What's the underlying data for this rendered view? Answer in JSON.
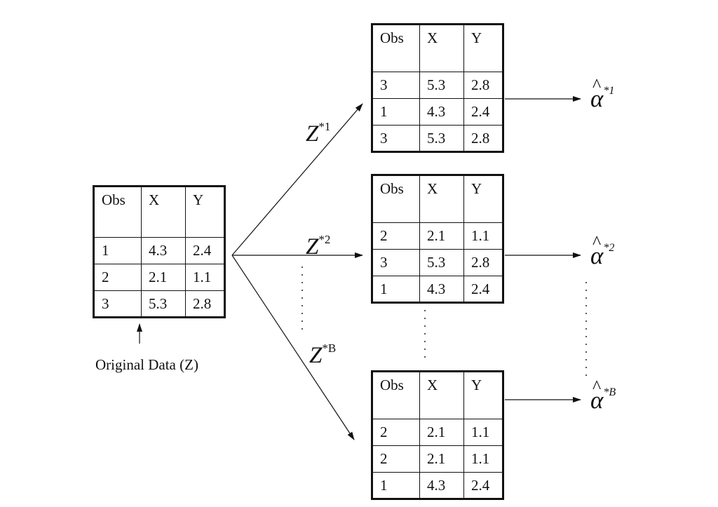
{
  "original": {
    "caption": "Original Data (Z)",
    "headers": [
      "Obs",
      "X",
      "Y"
    ],
    "rows": [
      [
        "1",
        "4.3",
        "2.4"
      ],
      [
        "2",
        "2.1",
        "1.1"
      ],
      [
        "3",
        "5.3",
        "2.8"
      ]
    ]
  },
  "samples": [
    {
      "z_base": "Z",
      "z_sup": "*1",
      "alpha_base": "α",
      "alpha_hat": "^",
      "alpha_sup_star": "*",
      "alpha_sup_idx": "1",
      "headers": [
        "Obs",
        "X",
        "Y"
      ],
      "rows": [
        [
          "3",
          "5.3",
          "2.8"
        ],
        [
          "1",
          "4.3",
          "2.4"
        ],
        [
          "3",
          "5.3",
          "2.8"
        ]
      ]
    },
    {
      "z_base": "Z",
      "z_sup": "*2",
      "alpha_base": "α",
      "alpha_hat": "^",
      "alpha_sup_star": "*",
      "alpha_sup_idx": "2",
      "headers": [
        "Obs",
        "X",
        "Y"
      ],
      "rows": [
        [
          "2",
          "2.1",
          "1.1"
        ],
        [
          "3",
          "5.3",
          "2.8"
        ],
        [
          "1",
          "4.3",
          "2.4"
        ]
      ]
    },
    {
      "z_base": "Z",
      "z_sup": "*B",
      "alpha_base": "α",
      "alpha_hat": "^",
      "alpha_sup_star": "*",
      "alpha_sup_idx": "B",
      "headers": [
        "Obs",
        "X",
        "Y"
      ],
      "rows": [
        [
          "2",
          "2.1",
          "1.1"
        ],
        [
          "2",
          "2.1",
          "1.1"
        ],
        [
          "1",
          "4.3",
          "2.4"
        ]
      ]
    }
  ]
}
